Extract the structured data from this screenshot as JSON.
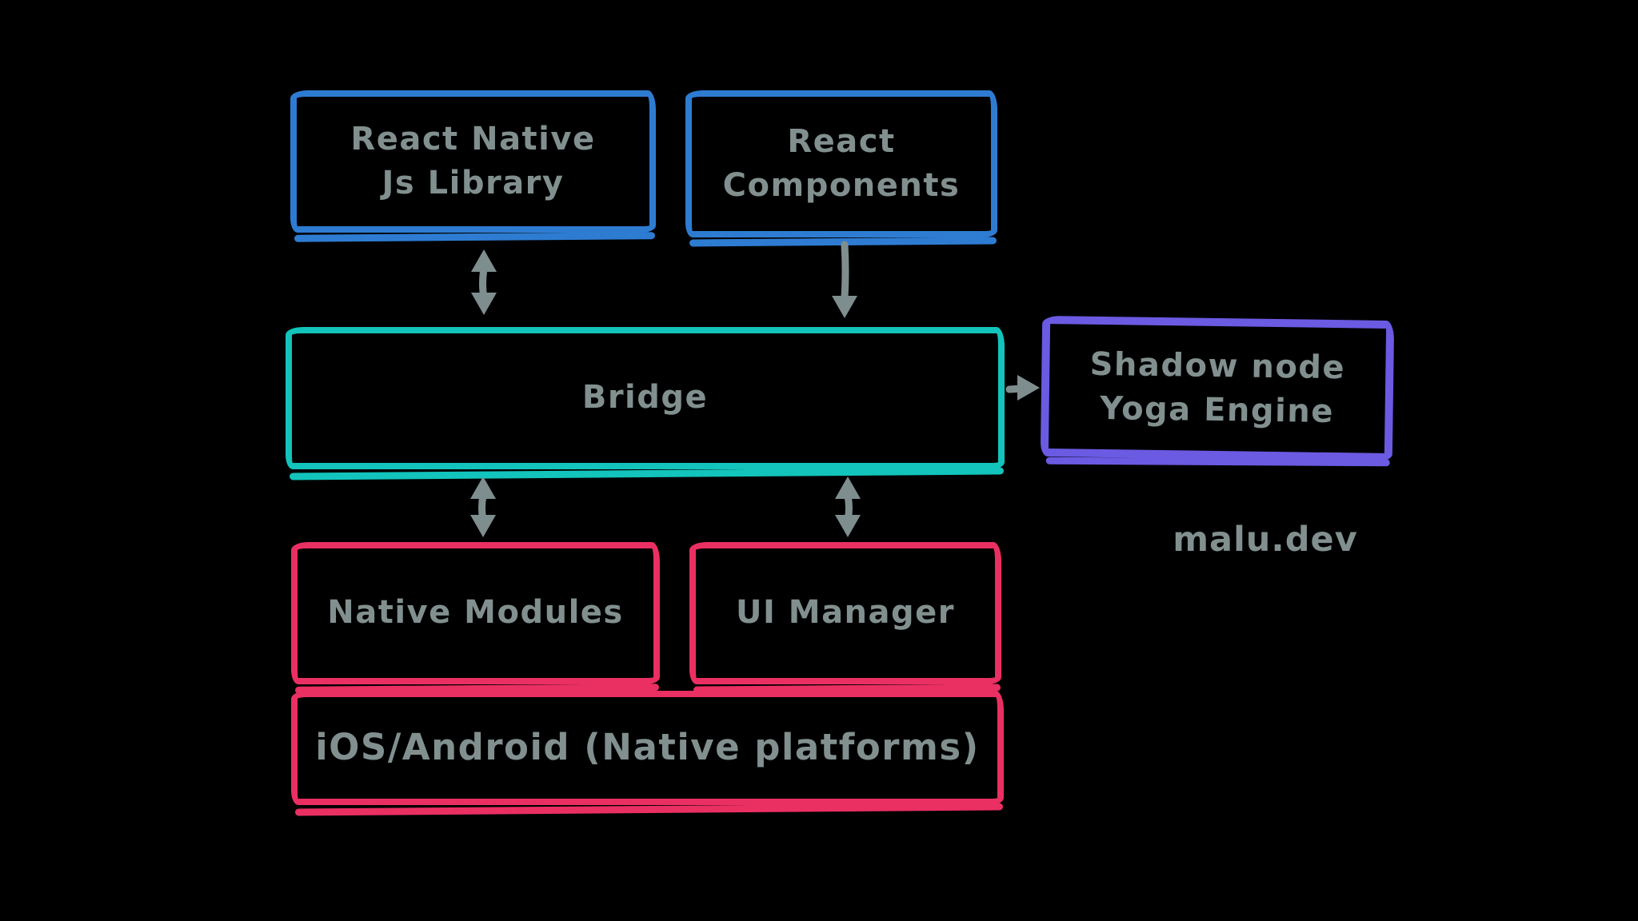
{
  "colors": {
    "background": "#000000",
    "text": "#81908f",
    "arrow": "#7e8e8f",
    "blue": "#2e7cd2",
    "teal": "#12c4bb",
    "pink": "#ea2f63",
    "purple": "#6b5ae2"
  },
  "diagram": {
    "boxes": {
      "react_native_js_library": {
        "label": "React Native\nJs Library",
        "border_color": "#2e7cd2"
      },
      "react_components": {
        "label": "React\nComponents",
        "border_color": "#2e7cd2"
      },
      "bridge": {
        "label": "Bridge",
        "border_color": "#12c4bb"
      },
      "shadow_node_yoga_engine": {
        "label": "Shadow node\nYoga Engine",
        "border_color": "#6b5ae2"
      },
      "native_modules": {
        "label": "Native Modules",
        "border_color": "#ea2f63"
      },
      "ui_manager": {
        "label": "UI Manager",
        "border_color": "#ea2f63"
      },
      "ios_android": {
        "label": "iOS/Android (Native platforms)",
        "border_color": "#ea2f63"
      }
    },
    "watermark": "malu.dev"
  }
}
